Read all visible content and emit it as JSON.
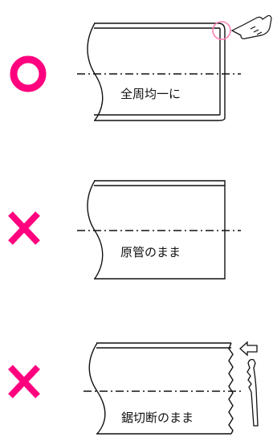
{
  "panels": [
    {
      "mark": "circle",
      "label": "全周均一に",
      "state": "chamfered-ok"
    },
    {
      "mark": "cross",
      "label": "原管のまま",
      "state": "raw-cut-ng"
    },
    {
      "mark": "cross",
      "label": "鋸切断のまま",
      "state": "saw-cut-ng"
    }
  ],
  "colors": {
    "ok_mark": "#ff007f",
    "ng_mark": "#ff007f",
    "outline": "#111111",
    "highlight": "#ff7fb4"
  },
  "icons": {
    "pointer": "pointing-hand-icon",
    "arrow": "left-arrow-icon",
    "saw": "saw-blade-icon"
  }
}
